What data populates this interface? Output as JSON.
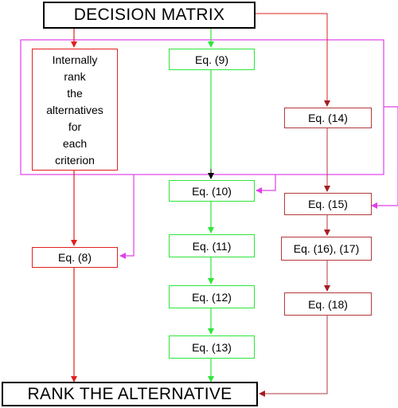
{
  "diagram": {
    "top_box": "DECISION MATRIX",
    "bottom_box": "RANK THE ALTERNATIVE",
    "rank_box": "Internally rank the alternatives for each criterion",
    "rank_box_lines": [
      "Internally",
      "rank",
      "the",
      "alternatives",
      "for",
      "each",
      "criterion"
    ],
    "eq8": "Eq. (8)",
    "eq9": "Eq. (9)",
    "eq10": "Eq. (10)",
    "eq11": "Eq. (11)",
    "eq12": "Eq. (12)",
    "eq13": "Eq. (13)",
    "eq14": "Eq. (14)",
    "eq15": "Eq. (15)",
    "eq16_17": "Eq. (16), (17)",
    "eq18": "Eq. (18)"
  },
  "colors": {
    "red_path": "#e0211f",
    "green_path": "#2ee63a",
    "darkred_path": "#b3393c",
    "magenta_path": "#e040e8",
    "black": "#000000"
  }
}
